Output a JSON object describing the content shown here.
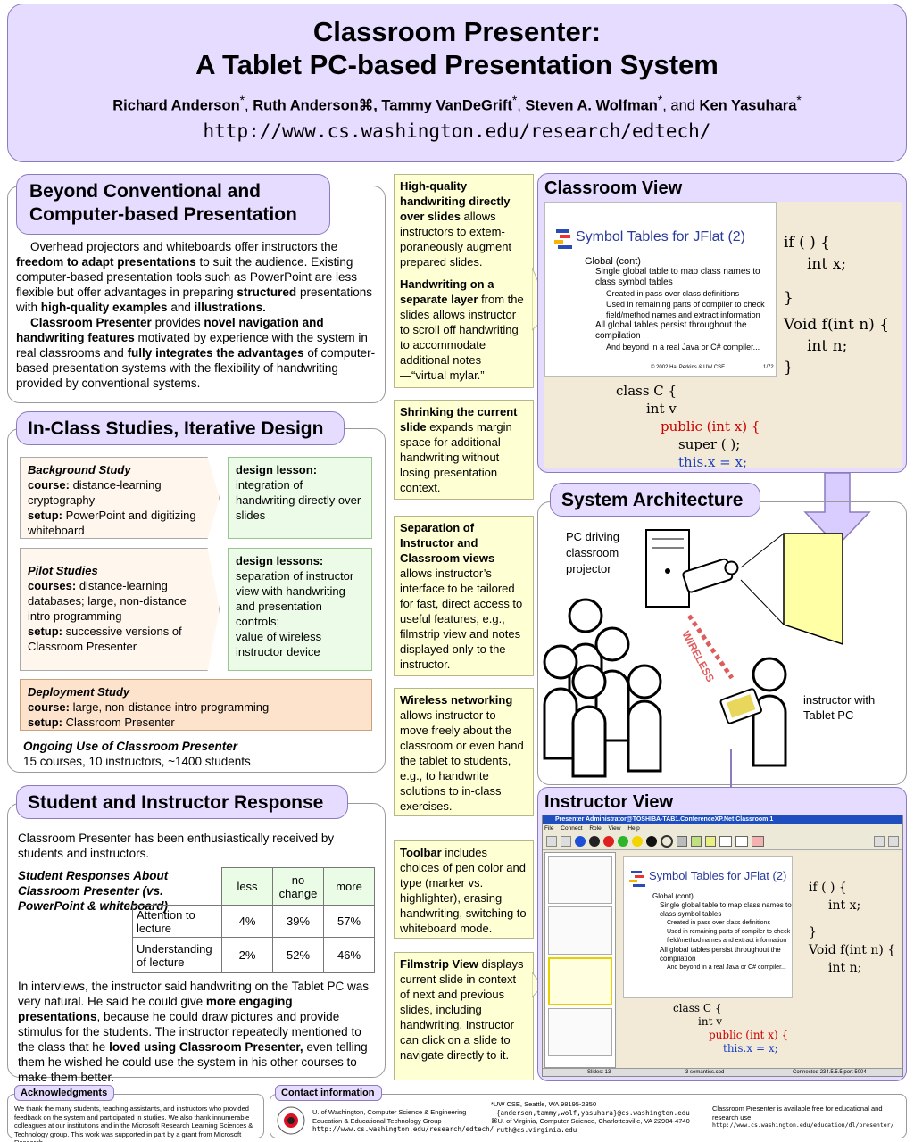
{
  "header": {
    "title_line1": "Classroom Presenter:",
    "title_line2": "A Tablet PC-based Presentation System",
    "author1": "Richard Anderson",
    "author2": "Ruth Anderson",
    "author3": "Tammy VanDeGrift",
    "author4": "Steven A. Wolfman",
    "and": "and",
    "author5": "Ken Yasuhara",
    "mark_uw": "*",
    "mark_uva": "⌘",
    "url": "http://www.cs.washington.edu/research/edtech/"
  },
  "beyond": {
    "heading": "Beyond Conventional and Computer-based Presentation",
    "p1_a": "Overhead projectors and whiteboards offer instructors the ",
    "p1_b": "freedom to adapt presentations",
    "p1_c": " to suit the audience. Existing computer-based presentation tools such as PowerPoint are less flexible but offer advantages in preparing ",
    "p1_d": "structured",
    "p1_e": " presentations with ",
    "p1_f": "high-quality examples",
    "p1_g": " and ",
    "p1_h": "illustrations.",
    "p2_a": "Classroom Presenter",
    "p2_b": " provides ",
    "p2_c": "novel navigation and handwriting features",
    "p2_d": " motivated by experience with the system in real classrooms and ",
    "p2_e": "fully integrates the advantages",
    "p2_f": " of computer-based presentation systems with the flexibility of handwriting provided by conventional systems."
  },
  "studies": {
    "heading": "In-Class Studies, Iterative Design",
    "background": {
      "title": "Background Study",
      "course_label": "course:",
      "course": " distance-learning cryptography",
      "setup_label": "setup:",
      "setup": " PowerPoint and digitizing whiteboard"
    },
    "lesson1": {
      "title": "design lesson:",
      "text": "integration of handwriting directly over slides"
    },
    "pilot": {
      "title": "Pilot Studies",
      "courses_label": "courses:",
      "courses": " distance-learning databases; large, non-distance intro programming",
      "setup_label": "setup:",
      "setup": " successive versions of Classroom Presenter"
    },
    "lesson2": {
      "title": "design lessons:",
      "text1": "separation of instructor view with handwriting and presentation controls;",
      "text2": "value of wireless instructor device"
    },
    "deployment": {
      "title": "Deployment Study",
      "course_label": "course:",
      "course": " large, non-distance intro programming",
      "setup_label": "setup:",
      "setup": " Classroom Presenter"
    },
    "ongoing_title": "Ongoing Use of Classroom Presenter",
    "ongoing_text": "15 courses, 10 instructors, ~1400 students"
  },
  "response": {
    "heading": "Student and Instructor Response",
    "intro": "Classroom Presenter has been enthusiastically received by students and instructors.",
    "table_title": "Student Responses About Classroom Presenter (vs. PowerPoint & whiteboard)",
    "columns": [
      "less",
      "no change",
      "more"
    ],
    "rows": [
      {
        "label": "Attention to lecture",
        "values": [
          "4%",
          "39%",
          "57%"
        ]
      },
      {
        "label": "Understanding of lecture",
        "values": [
          "2%",
          "52%",
          "46%"
        ]
      }
    ],
    "p_a": "In interviews, the instructor said handwriting on the Tablet PC was very natural. He said he could give ",
    "p_b": "more engaging presentations",
    "p_c": ", because he could draw pictures and provide stimulus for the students. The instructor repeatedly mentioned to the class that he ",
    "p_d": "loved using Classroom Presenter,",
    "p_e": " even telling them he wished he could use the system in his other courses to make them better."
  },
  "callouts": [
    {
      "bold": "High-quality handwriting directly over slides",
      "text": " allows instructors to extem­poraneously augment prepared slides."
    },
    {
      "bold": "Handwriting on a separate layer",
      "text": " from the slides allows instructor to scroll off handwriting to accom­modate additional notes—“virtual mylar.”"
    },
    {
      "bold": "Shrinking the current slide",
      "text": " expands margin space for additional handwriting without losing presentation context."
    },
    {
      "bold": "Separation of Instructor and Classroom views",
      "text": " allows instructor’s interface to be tailored for fast, direct access to useful features, e.g., filmstrip view and notes displayed only to the instructor."
    },
    {
      "bold": "Wireless networking",
      "text": " allows instructor to move freely about the classroom or even hand the tablet to students, e.g., to handwrite solutions to in-class exercises."
    },
    {
      "bold": "Toolbar",
      "text": " includes choices of pen color and type (marker vs. highlighter), erasing handwriting, switching to whiteboard mode."
    },
    {
      "bold": "Filmstrip View",
      "text": " displays current slide in context of next and previous slides, including handwriting. Instructor can click on a slide to navigate directly to it."
    }
  ],
  "classroom_view": {
    "heading": "Classroom View",
    "slide_title": "Symbol Tables for JFlat (2)",
    "bullet1": "Global (cont)",
    "bullet1a": "Single global table to map class names to class symbol tables",
    "bullet1a1": "Created in pass over class definitions",
    "bullet1a2": "Used in remaining parts of compiler to check field/method names and extract information",
    "bullet2": "All global tables persist throughout the compilation",
    "bullet2a": "And beyond in a real Java or C# compiler...",
    "footer": "© 2002 Hal Perkins & UW CSE",
    "page": "1/72",
    "ink1": "if ( ) {",
    "ink2": "int x;",
    "ink3": "}",
    "ink4": "Void f(int n) {",
    "ink5": "int n;",
    "ink6": "class C {",
    "ink7": "int v",
    "ink8": "public (int x) {",
    "ink9": "super ( );",
    "ink10": "this.x = x;"
  },
  "architecture": {
    "heading": "System Architecture",
    "pc_label": "PC driving classroom projector",
    "wireless": "WIRELESS",
    "tablet_label": "instructor with Tablet PC"
  },
  "instructor_view": {
    "heading": "Instructor View",
    "titlebar": "Presenter   Administrator@TOSHIBA-TAB1.ConferenceXP.Net   Classroom 1",
    "menus": [
      "File",
      "Connect",
      "Role",
      "View",
      "Help"
    ],
    "status": [
      "Slides: 13",
      "3 semantics.cod",
      "Connected 234.5.5.5 port 5004"
    ]
  },
  "footer": {
    "ack_head": "Acknowledgments",
    "ack_text": "We thank the many students, teaching assistants, and instructors who provided feed­back on the system and participated in studies. We also thank innumerable colleagues at our institutions and in the Microsoft Research Learning Sciences & Technology group. This work was supported in part by a grant from Microsoft Research.",
    "contact_head": "Contact information",
    "contact_line1": "U. of Washington, Computer Science & Engineering",
    "contact_line2": "Education & Educational Technology Group",
    "contact_line3": "http://www.cs.washington.edu/research/edtech/",
    "uw_line1": "*UW CSE, Seattle, WA 98195-2350",
    "uw_line2": "{anderson,tammy,wolf,yasuhara}@cs.washington.edu",
    "uva_line1": "⌘U. of Virginia, Computer Science, Charlottesville, VA 22904-4740",
    "uva_line2": "ruth@cs.virginia.edu",
    "avail_line1": "Classroom Presenter is available free for educational and research use:",
    "avail_line2": "http://www.cs.washington.edu/education/dl/presenter/"
  }
}
